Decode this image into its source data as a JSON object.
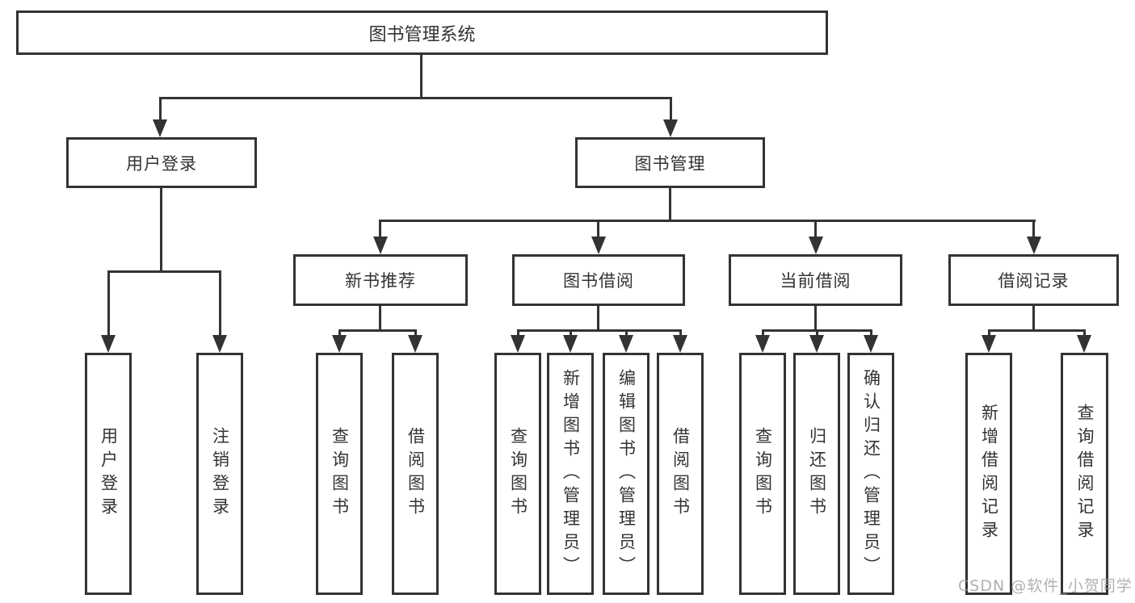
{
  "nodes": {
    "root": "图书管理系统",
    "user_login": "用户登录",
    "book_mgmt": "图书管理",
    "new_books": "新书推荐",
    "book_borrow": "图书借阅",
    "current_borrow": "当前借阅",
    "borrow_records": "借阅记录",
    "leaf_user_login": "用户登录",
    "leaf_logout": "注销登录",
    "leaf_nb_query": "查询图书",
    "leaf_nb_borrow": "借阅图书",
    "leaf_bb_query": "查询图书",
    "leaf_bb_add": "新增图书（管理员）",
    "leaf_bb_edit": "编辑图书（管理员）",
    "leaf_bb_borrow": "借阅图书",
    "leaf_cb_query": "查询图书",
    "leaf_cb_return": "归还图书",
    "leaf_cb_confirm": "确认归还（管理员）",
    "leaf_br_add": "新增借阅记录",
    "leaf_br_query": "查询借阅记录"
  },
  "watermark": "CSDN @软件_小贺同学",
  "colors": {
    "line": "#333333",
    "text": "#333333",
    "watermark": "#9e9e9e"
  }
}
